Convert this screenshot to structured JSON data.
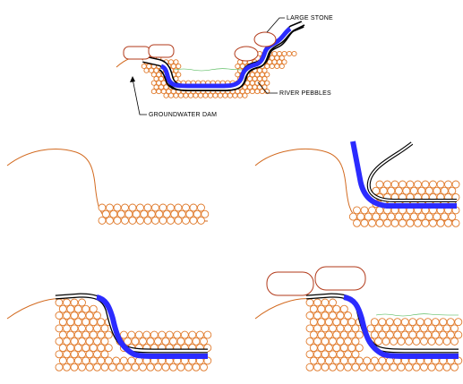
{
  "labels": {
    "large_stone": "LARGE STONE",
    "river_pebbles": "RIVER PEBBLES",
    "groundwater_dam": "GROUNDWATER DAM"
  },
  "colors": {
    "soil_line": "#d2691e",
    "pebble": "#e07a2b",
    "liner": "#2b2bff",
    "underlay": "#000000",
    "stone": "#b23a1a",
    "water": "#3cb043"
  },
  "steps": [
    "excavate",
    "lay-liner",
    "fold-liner-back",
    "place-stones"
  ]
}
